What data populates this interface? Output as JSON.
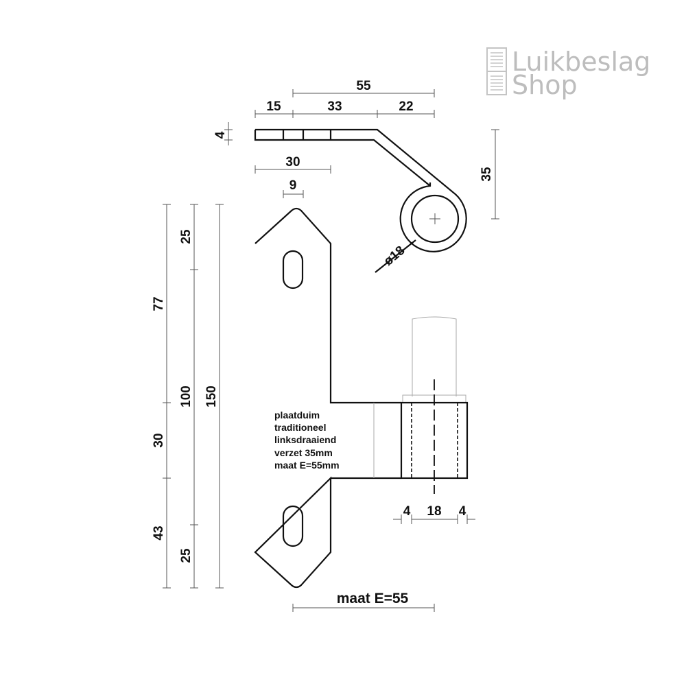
{
  "logo": {
    "line1": "Luikbeslag",
    "line2": "Shop"
  },
  "dimensions": {
    "top_total": "55",
    "top_a": "15",
    "top_b": "33",
    "top_c": "22",
    "thickness": "4",
    "hole_span": "30",
    "hole_width": "9",
    "offset": "35",
    "diameter": "ø18",
    "left_77": "77",
    "left_30": "30",
    "left_43": "43",
    "mid_25_top": "25",
    "mid_100": "100",
    "mid_25_bottom": "25",
    "total_150": "150",
    "knuckle_wall_left": "4",
    "knuckle_pin": "18",
    "knuckle_wall_right": "4",
    "maat_e": "maat E=55"
  },
  "note": [
    "plaatduim",
    "traditioneel",
    "linksdraaiend",
    "verzet 35mm",
    "maat E=55mm"
  ]
}
